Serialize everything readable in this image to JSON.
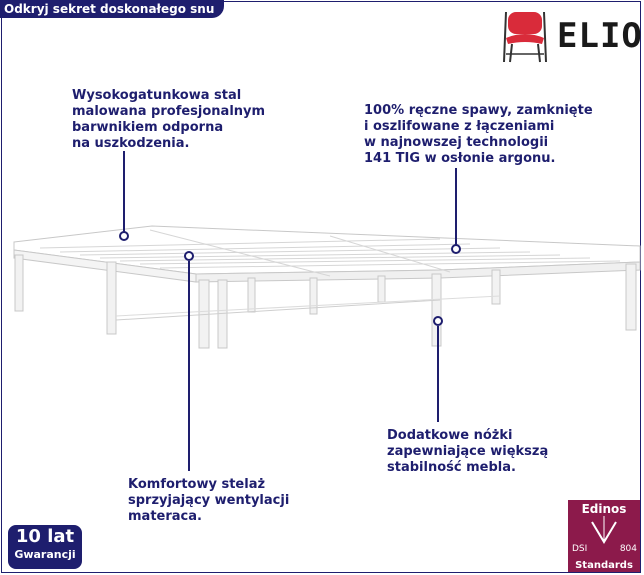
{
  "header": {
    "title": "Odkryj sekret doskonałego snu"
  },
  "brand": {
    "name": "ELIOR",
    "icon": "chair-icon"
  },
  "callouts": {
    "steel": "Wysokogatunkowa stal\nmalowana profesjonalnym\nbarwnikiem odporna\nna uszkodzenia.",
    "welds": "100% ręczne spawy, zamknięte\ni oszlifowane z łączeniami\nw najnowszej technologii\n141 TIG w osłonie argonu.",
    "legs": "Dodatkowe nóżki\nzapewniające większą\nstabilność mebla.",
    "slats": "Komfortowy stelaż\nsprzyjający wentylacji\nmateraca."
  },
  "warranty": {
    "years": "10 lat",
    "label": "Gwarancji"
  },
  "badge": {
    "brand": "Edinos",
    "dsi": "DSI",
    "number": "804",
    "standards": "Standards"
  },
  "colors": {
    "accent": "#1e1e6e",
    "badge": "#8c1a4b",
    "chair": "#d92b3a"
  }
}
